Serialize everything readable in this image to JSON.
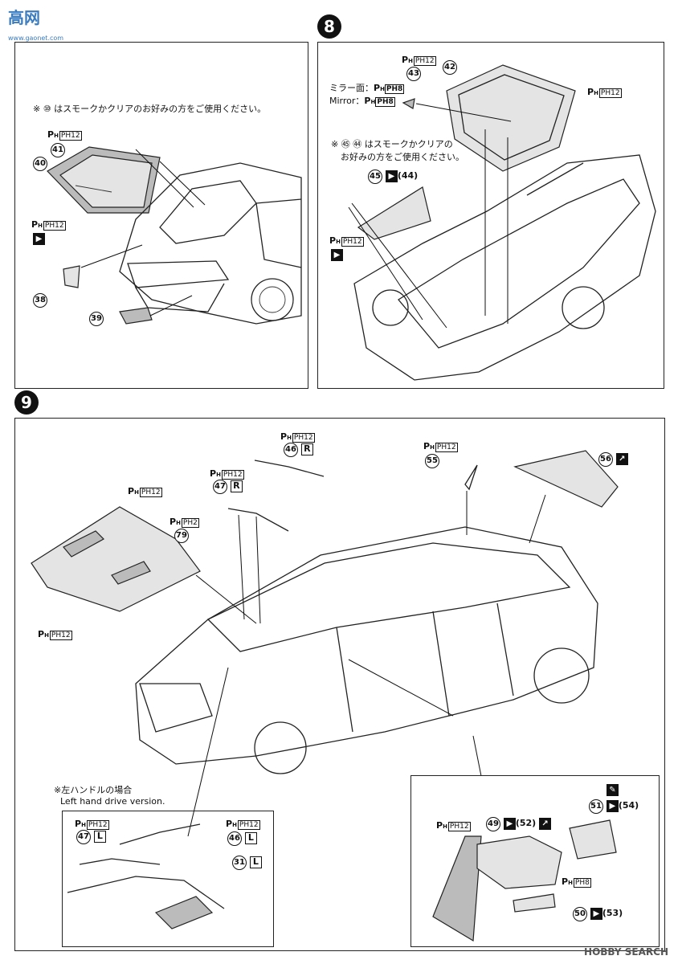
{
  "watermark_top": {
    "logo_text": "高网",
    "sub_text": "www.gaonet.com"
  },
  "step7": {
    "note": "※ ⑩ はスモークかクリアのお好みの方をご使用ください。",
    "parts": [
      {
        "id": "40",
        "paint": "PH12"
      },
      {
        "id": "41",
        "paint": ""
      },
      {
        "id": "38",
        "paint": ""
      },
      {
        "id": "39",
        "paint": ""
      }
    ],
    "paint_labels": [
      "PH12",
      "PH12"
    ]
  },
  "step8": {
    "number": "8",
    "mirror_jp": "ミラー面：",
    "mirror_en": "Mirror：",
    "paint_mirror": "PH8",
    "note_line1": "※ ㊺ ㊹ はスモークかクリアの",
    "note_line2": "お好みの方をご使用ください。",
    "parts": [
      "42",
      "43",
      "45"
    ],
    "alt_part": "(44)",
    "paint_labels": [
      "PH12",
      "PH12",
      "PH12"
    ]
  },
  "step9": {
    "number": "9",
    "parts": [
      {
        "id": "46",
        "mark": "R"
      },
      {
        "id": "47",
        "mark": "R"
      },
      {
        "id": "55",
        "mark": ""
      },
      {
        "id": "56",
        "mark": ""
      },
      {
        "id": "79",
        "mark": ""
      }
    ],
    "paint_labels": [
      "PH12",
      "PH12",
      "PH12",
      "PH12",
      "PH12",
      "PH2"
    ],
    "lhd_note_jp": "※左ハンドルの場合",
    "lhd_note_en": "Left hand drive version.",
    "lhd_parts": [
      {
        "id": "47",
        "mark": "L",
        "paint": "PH12"
      },
      {
        "id": "46",
        "mark": "L",
        "paint": "PH12"
      },
      {
        "id": "31",
        "mark": "L",
        "paint": ""
      }
    ],
    "mirror_parts": [
      {
        "id": "49",
        "alt": "(52)"
      },
      {
        "id": "51",
        "alt": "(54)"
      },
      {
        "id": "50",
        "alt": "(53)"
      }
    ],
    "mirror_paint": [
      "PH12",
      "PH8"
    ]
  },
  "footer": {
    "brand": "HOBBY SEARCH"
  }
}
